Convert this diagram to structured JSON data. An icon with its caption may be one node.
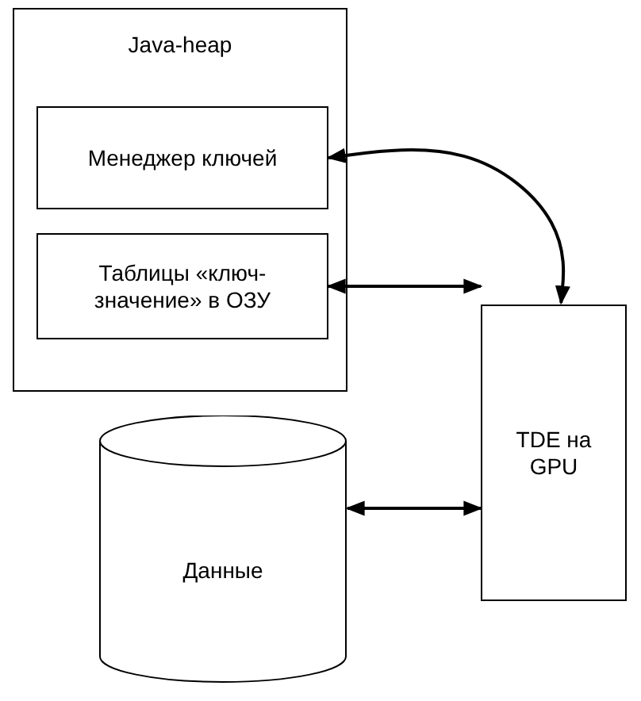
{
  "diagram": {
    "nodes": [
      {
        "text": [
          "Java-heap"
        ]
      },
      {
        "text": [
          "Менеджер ключей"
        ],
        "in": 0
      },
      {
        "text": [
          "Таблицы «ключ-значение» в ОЗУ"
        ],
        "in": 0
      },
      {
        "text": [
          "TDE на GPU"
        ]
      },
      {
        "text": [
          "Данные"
        ]
      }
    ],
    "edges": [
      {
        "from": 1,
        "to": 3,
        "arrow": "both"
      },
      {
        "from": 2,
        "to": 3,
        "arrow": "both"
      },
      {
        "from": 4,
        "to": 3,
        "arrow": "both"
      }
    ]
  }
}
